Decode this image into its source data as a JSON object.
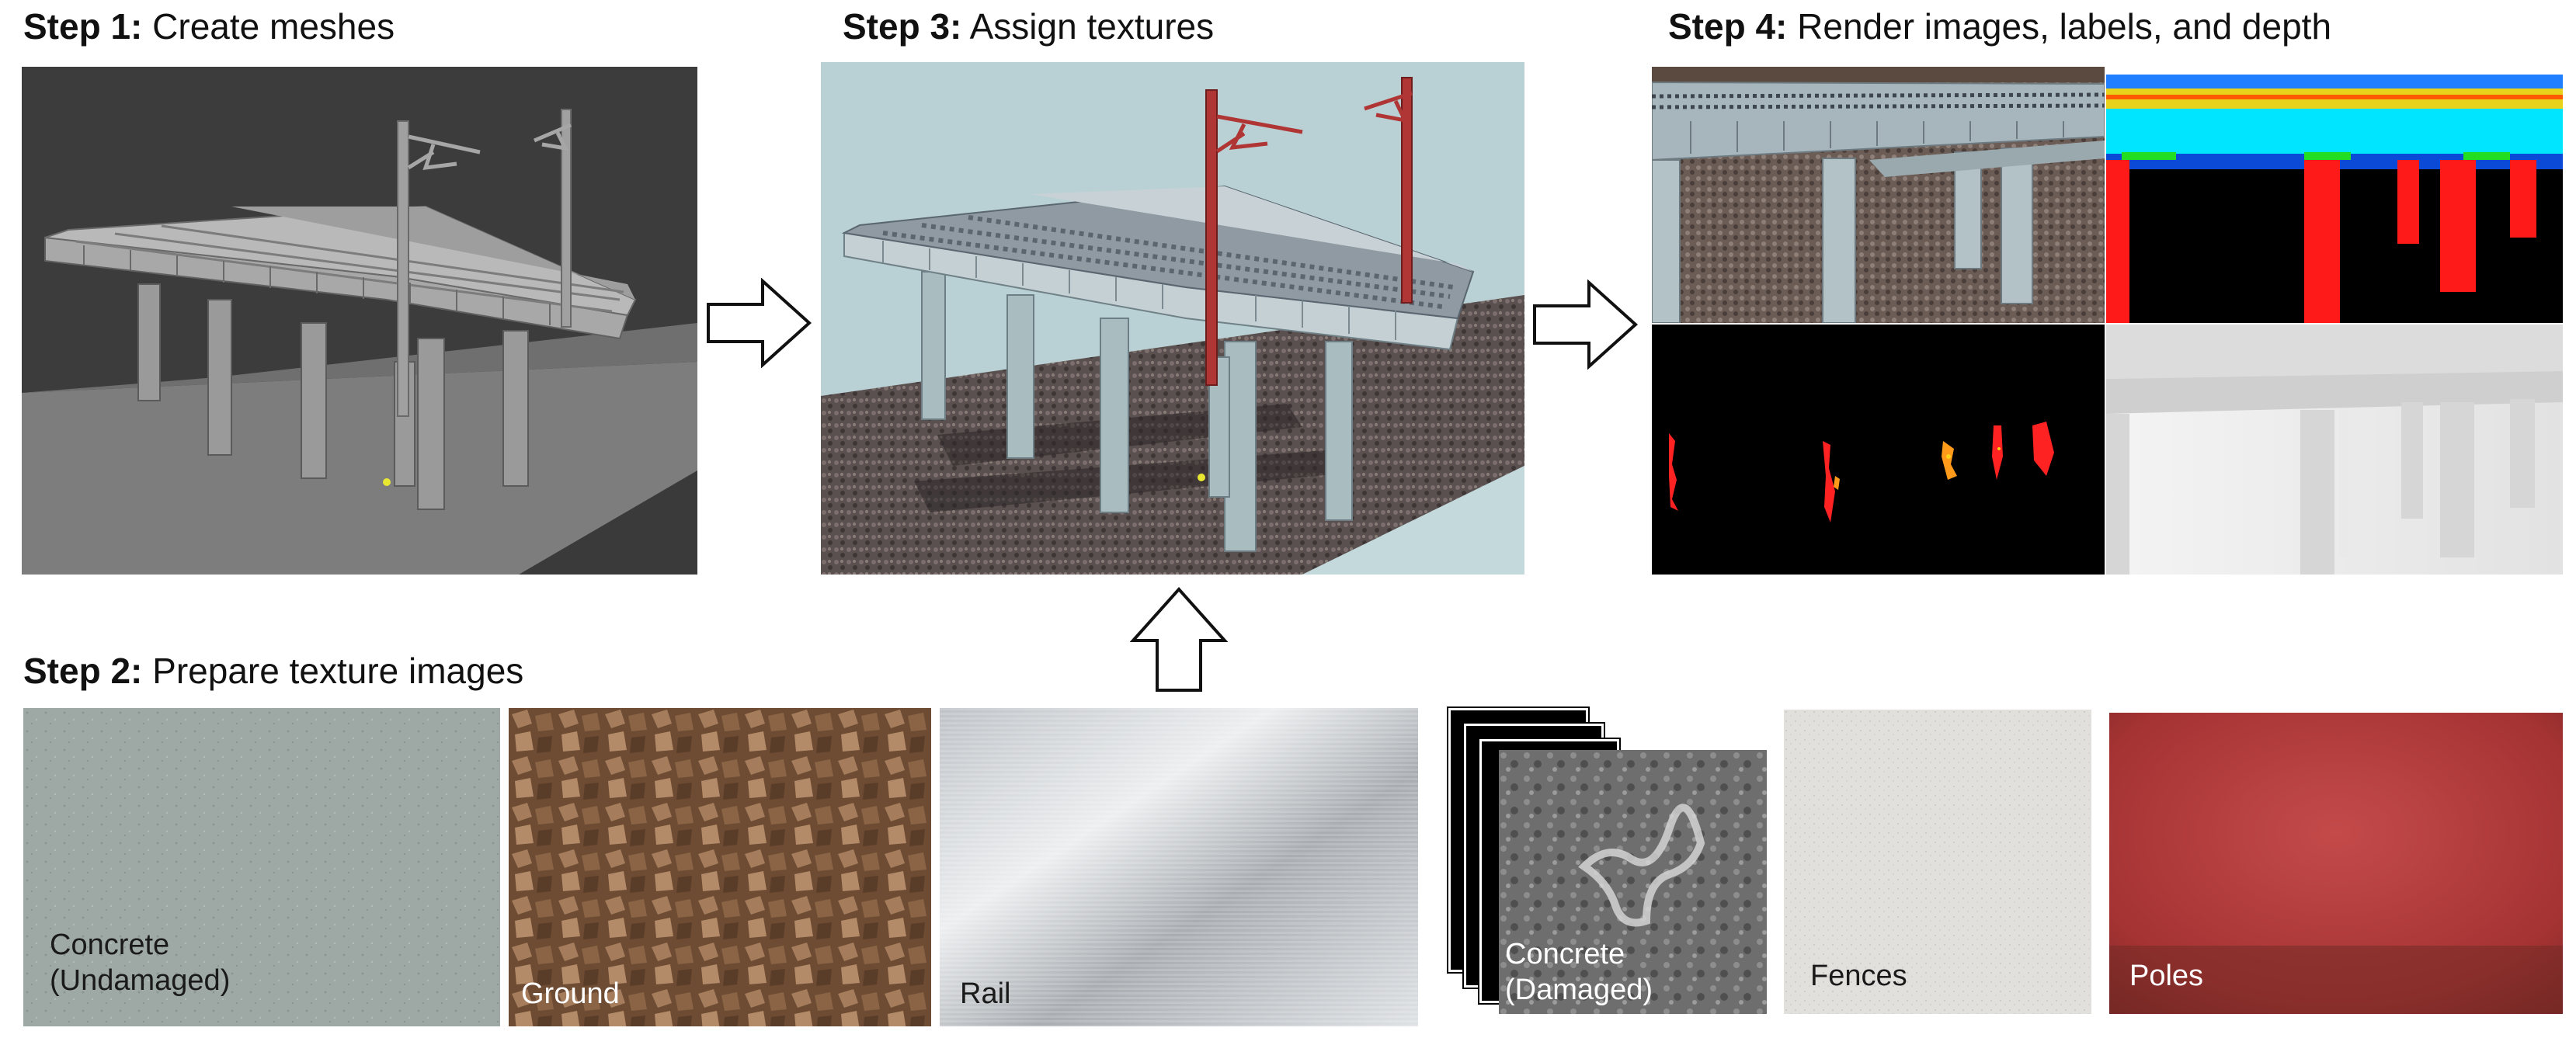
{
  "steps": {
    "step1": {
      "label": "Step 1:",
      "title": "Create meshes"
    },
    "step2": {
      "label": "Step 2:",
      "title": "Prepare texture images"
    },
    "step3": {
      "label": "Step 3:",
      "title": "Assign textures"
    },
    "step4": {
      "label": "Step 4:",
      "title": "Render images, labels, and depth"
    }
  },
  "textures": {
    "concrete_undamaged": "Concrete\n(Undamaged)",
    "ground": "Ground",
    "rail": "Rail",
    "concrete_damaged": "Concrete\n(Damaged)",
    "fences": "Fences",
    "poles": "Poles"
  },
  "colors": {
    "viewport_bg": "#3a3a3a",
    "sky": "#b8cfd3",
    "label_rail": "#00e5ff",
    "label_pole": "#ff1a1a",
    "label_deck": "#ffe600",
    "label_bearing": "#22dd22",
    "poles_texture": "#b63a3a"
  }
}
